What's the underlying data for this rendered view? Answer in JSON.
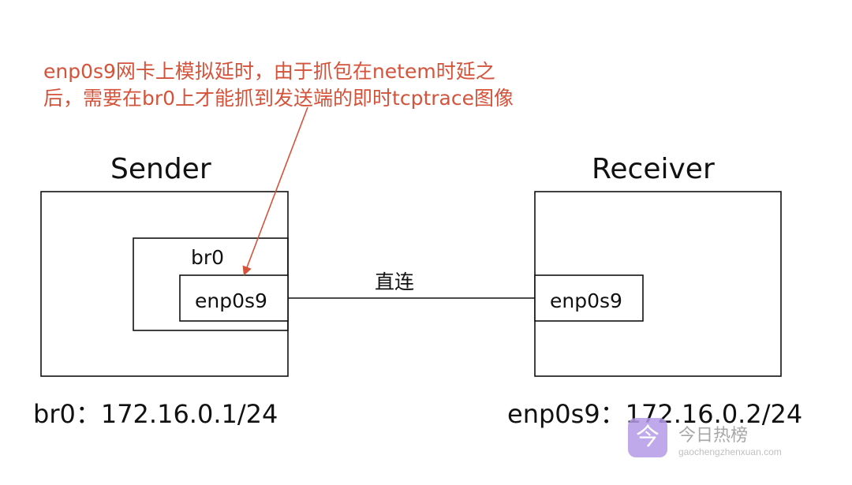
{
  "annotation": {
    "line1": "enp0s9网卡上模拟延时，由于抓包在netem时延之",
    "line2": "后，需要在br0上才能抓到发送端的即时tcptrace图像"
  },
  "sender": {
    "title": "Sender",
    "bridge_label": "br0",
    "iface_label": "enp0s9",
    "address": "br0：172.16.0.1/24"
  },
  "receiver": {
    "title": "Receiver",
    "iface_label": "enp0s9",
    "address": "enp0s9：172.16.0.2/24"
  },
  "link": {
    "label": "直连"
  },
  "watermark": {
    "logo_glyph": "今",
    "name": "今日热榜",
    "url": "gaochengzhenxuan.com"
  },
  "colors": {
    "annotation": "#d4533b",
    "lines": "#111111",
    "watermark_logo": "#b49be8"
  }
}
